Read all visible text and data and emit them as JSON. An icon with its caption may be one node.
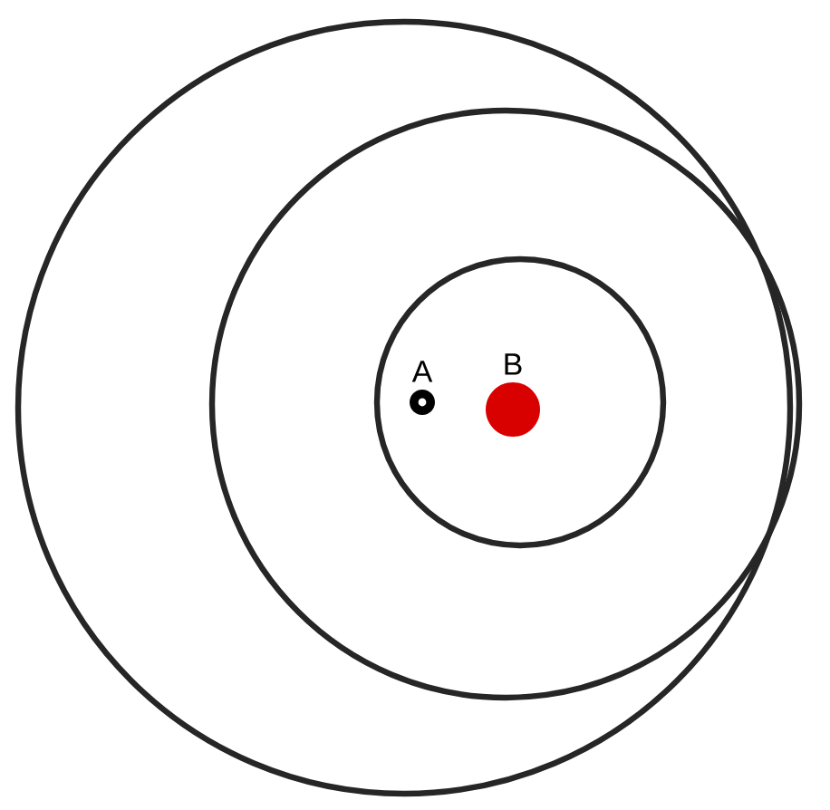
{
  "diagram": {
    "nodes": [
      {
        "text": [],
        "shape": "circle"
      },
      {
        "text": [],
        "shape": "circle",
        "in": 0
      },
      {
        "text": [],
        "shape": "circle",
        "in": 1
      },
      {
        "text": [
          "A"
        ],
        "in": 2
      },
      {
        "text": [
          "B"
        ],
        "in": 2
      }
    ]
  }
}
